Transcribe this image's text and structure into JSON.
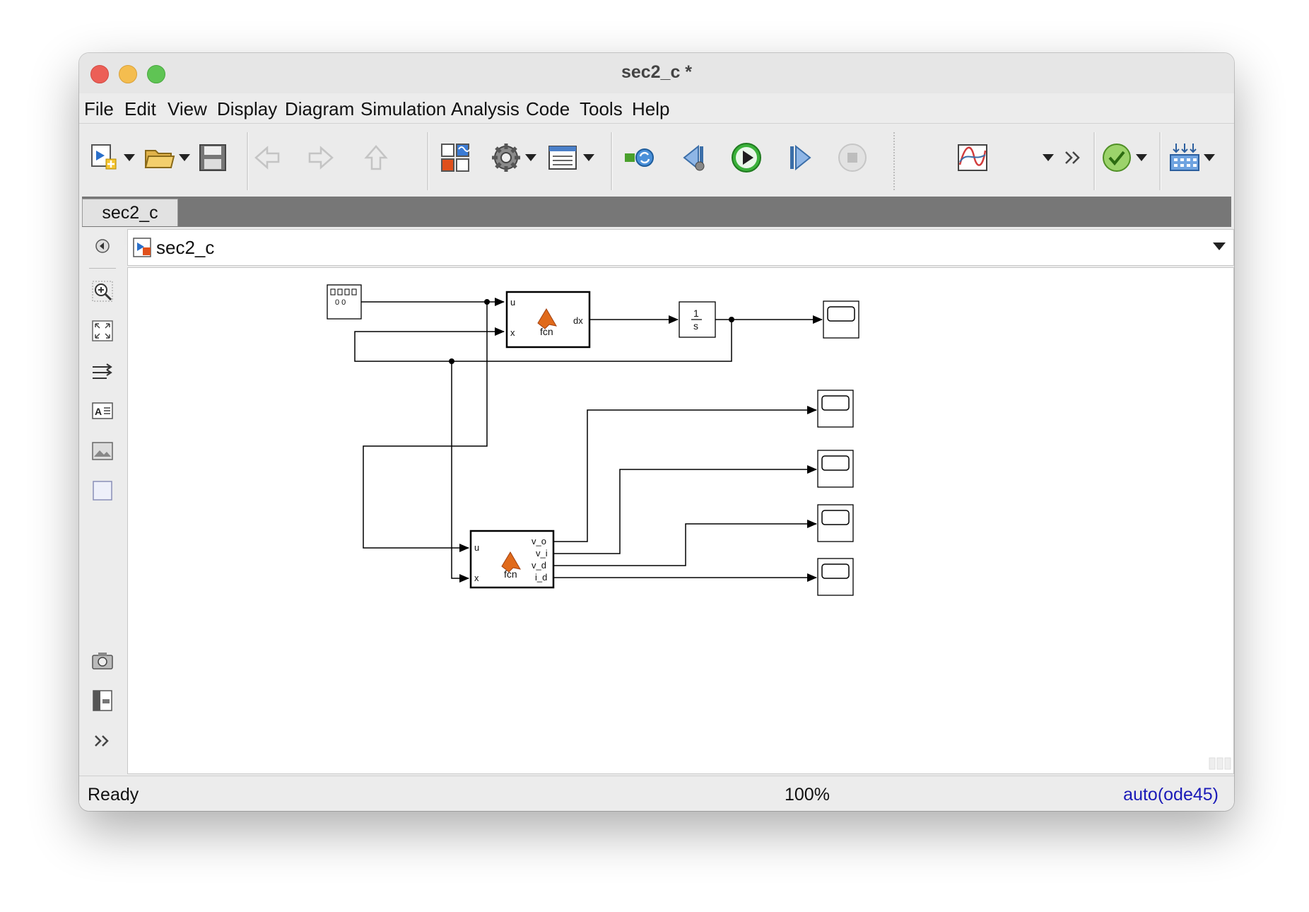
{
  "window": {
    "title": "sec2_c *"
  },
  "menubar": {
    "items": [
      "File",
      "Edit",
      "View",
      "Display",
      "Diagram",
      "Simulation",
      "Analysis",
      "Code",
      "Tools",
      "Help"
    ]
  },
  "toolbar": {
    "icons": [
      "new-model-icon",
      "open-folder-icon",
      "save-icon",
      "back-arrow-icon",
      "forward-arrow-icon",
      "up-arrow-icon",
      "library-browser-icon",
      "model-settings-gear-icon",
      "model-explorer-icon",
      "update-diagram-icon",
      "step-back-icon",
      "run-icon",
      "step-forward-icon",
      "stop-icon",
      "simulation-data-inspector-icon",
      "model-advisor-check-icon",
      "build-grid-icon"
    ]
  },
  "tab": {
    "label": "sec2_c"
  },
  "address": {
    "model_name": "sec2_c"
  },
  "diagram": {
    "fcn_top": {
      "in1": "u",
      "in2": "x",
      "out1": "dx",
      "name": "fcn"
    },
    "integrator": {
      "numerator": "1",
      "denominator": "s"
    },
    "fcn_bottom": {
      "in1": "u",
      "in2": "x",
      "out1": "v_o",
      "out2": "v_i",
      "out3": "v_d",
      "out4": "i_d",
      "name": "fcn"
    },
    "source": {
      "display": "0 0"
    }
  },
  "status": {
    "left": "Ready",
    "zoom": "100%",
    "solver": "auto(ode45)"
  },
  "colors": {
    "run_green": "#2eaa2e",
    "solver_blue": "#1a1ab8",
    "matlab_orange": "#e06a1b"
  }
}
